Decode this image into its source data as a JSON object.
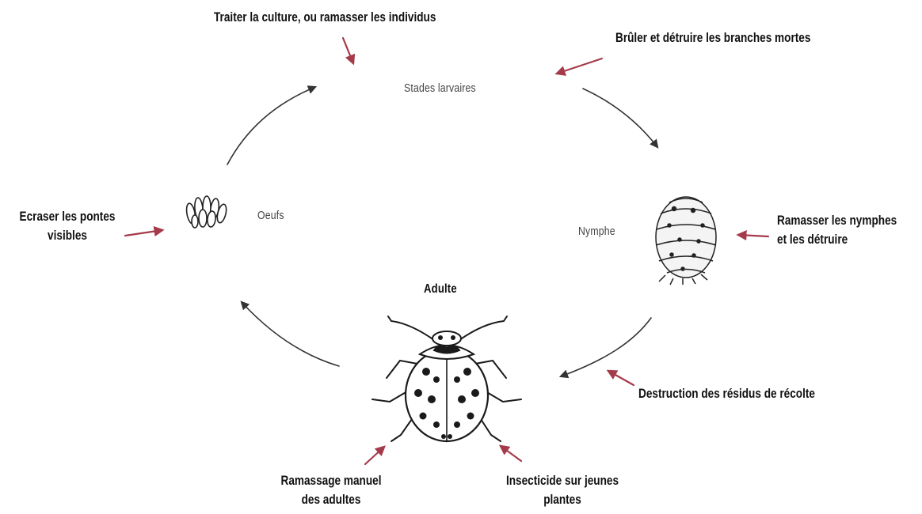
{
  "stages": {
    "larvae": "Stades larvaires",
    "pupa": "Nymphe",
    "adult": "Adulte",
    "eggs": "Oeufs"
  },
  "controls": {
    "larvae_control": "Traiter la culture, ou ramasser les individus",
    "branches_control": "Brûler et détruire les branches mortes",
    "pupa_control": [
      "Ramasser les nymphes",
      "et les détruire"
    ],
    "residue_control": "Destruction des résidus de récolte",
    "insecticide_control": [
      "Insecticide sur jeunes",
      "plantes"
    ],
    "manual_control": [
      "Ramassage manuel",
      "des adultes"
    ],
    "eggs_control": [
      "Ecraser les pontes",
      "visibles"
    ]
  },
  "colors": {
    "control_arrow": "#a43a4a",
    "cycle_arrow": "#333333",
    "drawing": "#222222"
  },
  "icons": [
    "egg-cluster-icon",
    "pupa-icon",
    "ladybird-beetle-icon"
  ]
}
